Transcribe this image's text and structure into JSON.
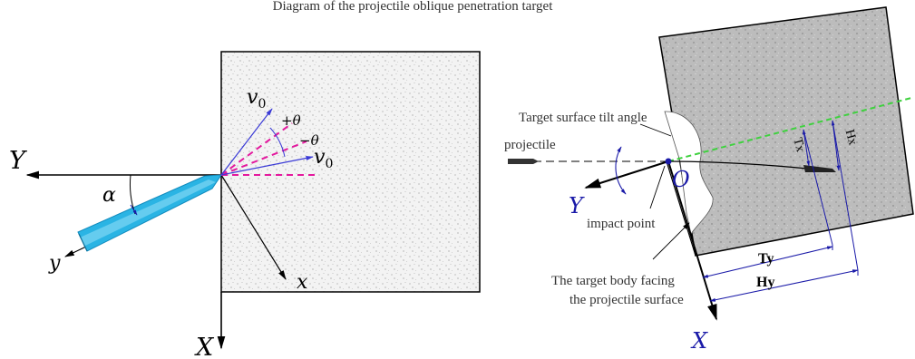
{
  "header": {
    "title": "Diagram of the projectile oblique penetration target"
  },
  "left": {
    "axis_big_Y": "Y",
    "axis_big_X": "X",
    "axis_small_x": "x",
    "axis_small_y": "y",
    "angle_alpha": "α",
    "v0_upper": "v",
    "v0_lower": "v",
    "v0_subscript": "0",
    "theta_plus": "+θ",
    "theta_minus": "−θ"
  },
  "right": {
    "label_tilt": "Target surface tilt angle",
    "label_projectile": "projectile",
    "label_impact": "impact point",
    "label_surface_line1": "The target body facing",
    "label_surface_line2": "the projectile surface",
    "axis_Y": "Y",
    "axis_X": "X",
    "origin": "O",
    "dim_Tx": "Tx",
    "dim_Hx": "Hx",
    "dim_Ty": "Ty",
    "dim_Hy": "Hy"
  },
  "colors": {
    "target_fill_left": "#f2f2f2",
    "target_fill_right": "#b9b9b9",
    "projectile": "#2ab4e4",
    "velocity_arrows": "#3a3ad6",
    "magenta_dash": "#e4199e",
    "green_dash": "#3fd13f",
    "axis_blue": "#1a1aa8"
  }
}
